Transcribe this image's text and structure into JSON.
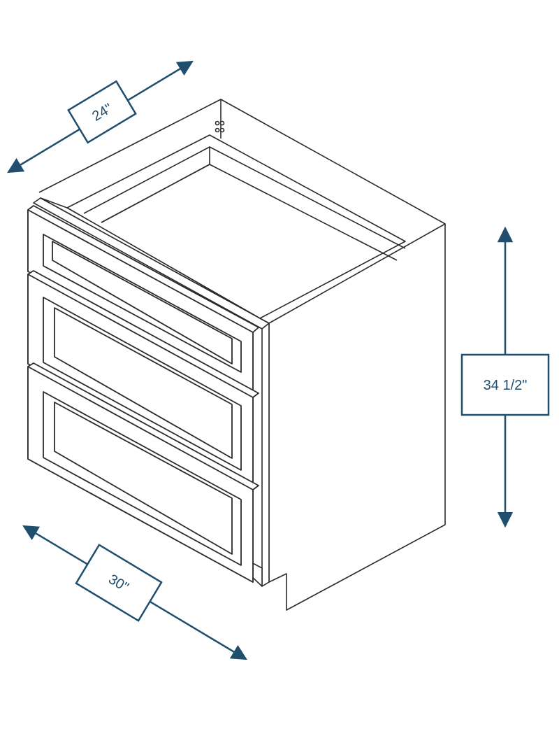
{
  "dimensions": {
    "depth": "24\"",
    "height": "34 1/2\"",
    "width": "30\""
  },
  "colors": {
    "dimension": "#1f4e6e",
    "line": "#2b2b2b",
    "background": "#ffffff"
  }
}
